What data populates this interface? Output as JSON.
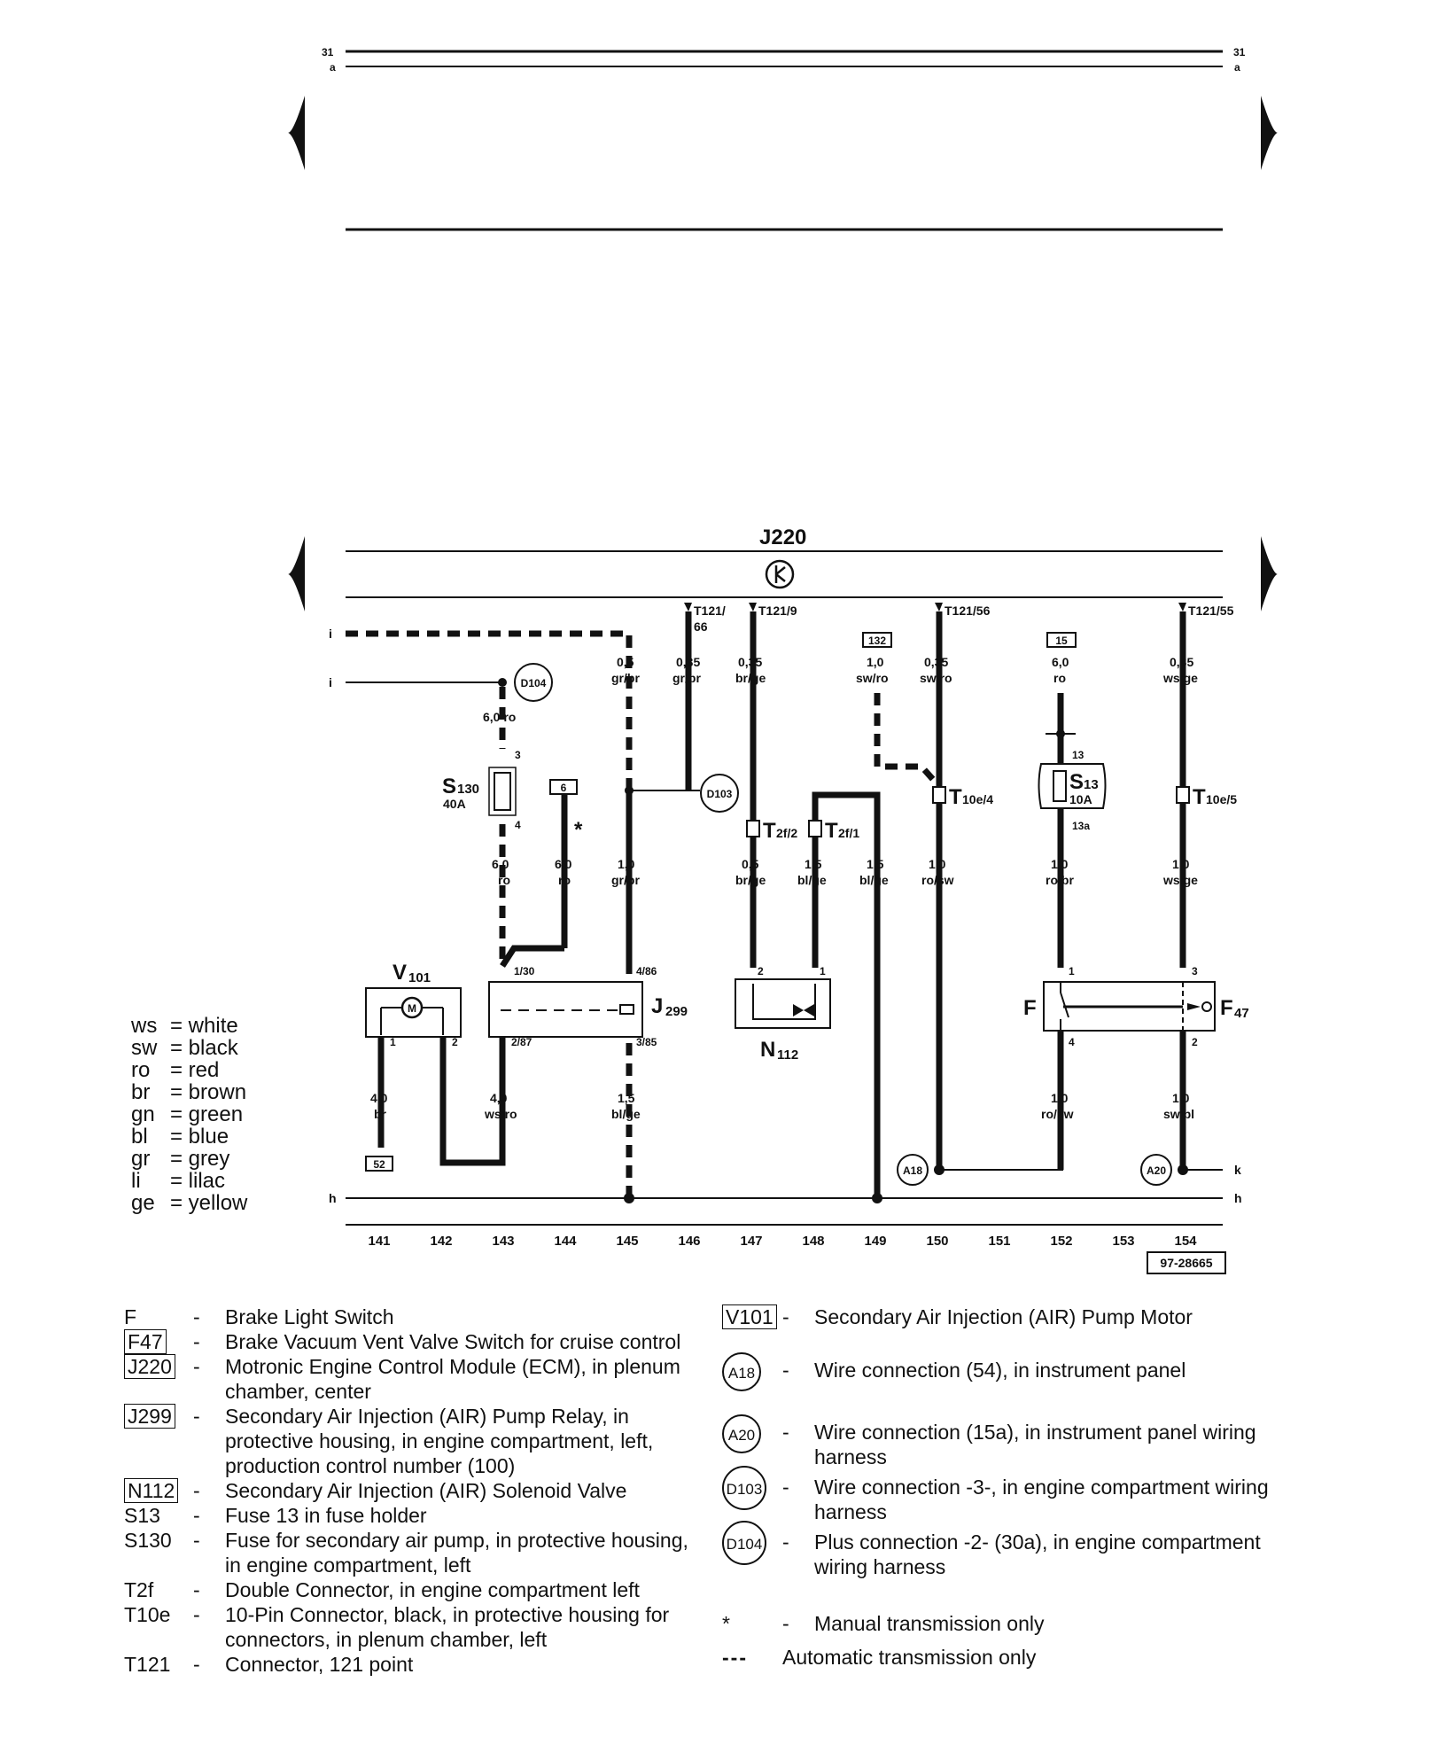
{
  "page_top": {
    "track_left_1": "31",
    "track_left_2": "a",
    "track_right_1": "31",
    "track_right_2": "a"
  },
  "components": {
    "ecm": "J220",
    "relay": "J",
    "relay_sub": "299",
    "motor": "V",
    "motor_sub": "101",
    "motor_symbol": "M",
    "valve": "N",
    "valve_sub": "112",
    "switch_f": "F",
    "switch_f47": "F",
    "switch_f47_sub": "47",
    "fuse_s130": "S",
    "fuse_s130_sub": "130",
    "fuse_s130_rating": "40A",
    "fuse_s13": "S",
    "fuse_s13_sub": "13",
    "fuse_s13_rating": "10A"
  },
  "connectors": {
    "t121_66_a": "T121/",
    "t121_66_b": "66",
    "t121_9": "T121/9",
    "t121_56": "T121/56",
    "t121_55": "T121/55",
    "t2f2": "T",
    "t2f2_sub": "2f/2",
    "t2f1": "T",
    "t2f1_sub": "2f/1",
    "t10e4": "T",
    "t10e4_sub": "10e/4",
    "t10e5": "T",
    "t10e5_sub": "10e/5"
  },
  "wires": {
    "w145_top": [
      "0,5",
      "gr/br"
    ],
    "w146_top": [
      "0,35",
      "gr/br"
    ],
    "w147_top": [
      "0,35",
      "br/ge"
    ],
    "w149_top": [
      "1,0",
      "sw/ro"
    ],
    "w150_top": [
      "0,35",
      "sw/ro"
    ],
    "w152_top": [
      "6,0",
      "ro"
    ],
    "w154_top": [
      "0,35",
      "ws/ge"
    ],
    "w143_top": "6,0 ro",
    "w143_mid": [
      "6,0",
      "ro"
    ],
    "w144_mid": [
      "6,0",
      "ro"
    ],
    "w145_mid": [
      "1,0",
      "gr/br"
    ],
    "w147_mid": [
      "0,5",
      "br/ge"
    ],
    "w148_mid": [
      "1,5",
      "bl/ge"
    ],
    "w149_mid": [
      "1,5",
      "bl/ge"
    ],
    "w150_mid": [
      "1,0",
      "ro/sw"
    ],
    "w152_mid": [
      "1,0",
      "ro/br"
    ],
    "w154_mid": [
      "1,0",
      "ws/ge"
    ],
    "w141_bot": [
      "4,0",
      "br"
    ],
    "w143_bot": [
      "4,0",
      "ws/ro"
    ],
    "w145_bot": [
      "1,5",
      "bl/ge"
    ],
    "w152_bot": [
      "1,0",
      "ro/sw"
    ],
    "w154_bot": [
      "1,0",
      "sw/bl"
    ]
  },
  "pins": {
    "s130_top": "3",
    "s130_bot": "4",
    "s13_top": "13",
    "s13_bot": "13a",
    "j299_1": "1/30",
    "j299_2": "4/86",
    "j299_3": "2/87",
    "j299_4": "3/85",
    "v101_1": "1",
    "v101_2": "2",
    "n112_1": "2",
    "n112_2": "1",
    "f_1": "1",
    "f_2": "4",
    "f47_1": "3",
    "f47_2": "2"
  },
  "refs": {
    "box_132": "132",
    "box_15": "15",
    "box_6": "6",
    "box_52": "52",
    "d104": "D104",
    "d103": "D103",
    "a18": "A18",
    "a20": "A20",
    "star": "*",
    "ref_code": "97-28665"
  },
  "rails": {
    "i1": "i",
    "i2": "i",
    "h_left": "h",
    "h_right": "h",
    "k": "k"
  },
  "columns": [
    "141",
    "142",
    "143",
    "144",
    "145",
    "146",
    "147",
    "148",
    "149",
    "150",
    "151",
    "152",
    "153",
    "154"
  ],
  "color_key": [
    {
      "code": "ws",
      "name": "= white"
    },
    {
      "code": "sw",
      "name": "= black"
    },
    {
      "code": "ro",
      "name": "= red"
    },
    {
      "code": "br",
      "name": "= brown"
    },
    {
      "code": "gn",
      "name": "= green"
    },
    {
      "code": "bl",
      "name": "= blue"
    },
    {
      "code": "gr",
      "name": "= grey"
    },
    {
      "code": "li",
      "name": "= lilac"
    },
    {
      "code": "ge",
      "name": "= yellow"
    }
  ],
  "legend_left": [
    {
      "code": "F",
      "style": "plain",
      "desc": "Brake Light Switch"
    },
    {
      "code": "F47",
      "style": "box",
      "desc": "Brake Vacuum Vent Valve Switch for cruise control"
    },
    {
      "code": "J220",
      "style": "box",
      "desc": "Motronic Engine Control Module (ECM), in plenum chamber, center"
    },
    {
      "code": "J299",
      "style": "box",
      "desc": "Secondary Air Injection (AIR) Pump Relay, in protective housing, in engine compartment, left, production control number (100)"
    },
    {
      "code": "N112",
      "style": "box",
      "desc": "Secondary Air Injection (AIR) Solenoid Valve"
    },
    {
      "code": "S13",
      "style": "plain",
      "desc": "Fuse 13 in fuse holder"
    },
    {
      "code": "S130",
      "style": "plain",
      "desc": "Fuse for secondary air pump, in protective housing, in engine compartment, left"
    },
    {
      "code": "T2f",
      "style": "plain",
      "desc": "Double Connector, in engine compartment left"
    },
    {
      "code": "T10e",
      "style": "plain",
      "desc": "10-Pin Connector, black, in protective housing for connectors, in plenum chamber, left"
    },
    {
      "code": "T121",
      "style": "plain",
      "desc": "Connector, 121 point"
    }
  ],
  "legend_right": [
    {
      "code": "V101",
      "style": "box",
      "desc": "Secondary Air Injection (AIR) Pump Motor"
    },
    {
      "code": "A18",
      "style": "circle",
      "desc": "Wire connection (54), in instrument panel"
    },
    {
      "code": "A20",
      "style": "circle",
      "desc": "Wire connection (15a), in instrument panel wiring harness"
    },
    {
      "code": "D103",
      "style": "circle",
      "desc": "Wire connection -3-, in engine compartment wiring harness"
    },
    {
      "code": "D104",
      "style": "circle",
      "desc": "Plus connection -2- (30a), in engine compartment wiring harness"
    },
    {
      "code": "*",
      "style": "plain",
      "desc": "Manual transmission only"
    },
    {
      "code": "---",
      "style": "dashes",
      "desc": "Automatic transmission only"
    }
  ],
  "dash": "-"
}
